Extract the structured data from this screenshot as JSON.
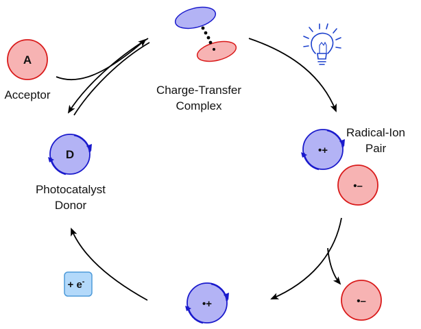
{
  "colors": {
    "donor_fill": "#b3b3f5",
    "donor_stroke": "#1a1acc",
    "acceptor_fill": "#f7b3b3",
    "acceptor_stroke": "#d91a1a",
    "electron_fill": "#b3d9fa",
    "electron_stroke": "#4d9ad9",
    "arrow": "#000000",
    "bulb": "#1a3fcc"
  },
  "icons": {
    "light": "lightbulb-icon"
  },
  "labels": {
    "acceptor": "Acceptor",
    "ct_complex_line1": "Charge-Transfer",
    "ct_complex_line2": "Complex",
    "radical_ion_line1": "Radical-Ion",
    "radical_ion_line2": "Pair",
    "photocatalyst_line1": "Photocatalyst",
    "photocatalyst_line2": "Donor"
  },
  "species": {
    "acceptor_letter": "A",
    "donor_letter": "D",
    "radical_cation": "•+",
    "radical_anion": "•–"
  },
  "electron_box": {
    "base": "+ e",
    "superscript": "-"
  }
}
